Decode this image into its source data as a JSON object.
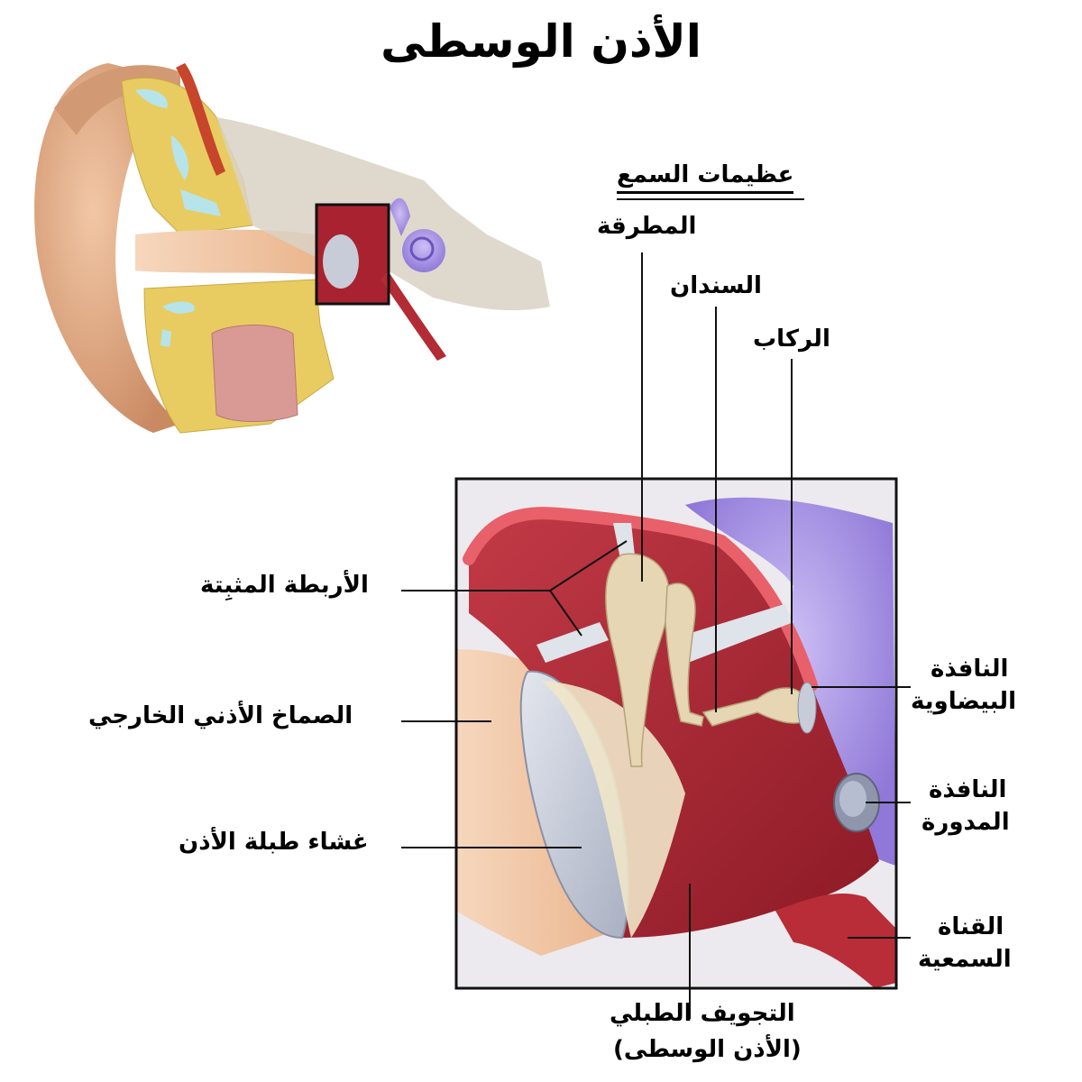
{
  "title": "الأذن الوسطى",
  "labels": {
    "ossicles_heading": "عظيمات السمع",
    "malleus": "المطرقة",
    "incus": "السندان",
    "stapes": "الركاب",
    "suspensory_ligaments": "الأربطة المثبِتة",
    "external_auditory_canal": "الصماخ الأذني الخارجي",
    "tympanic_membrane": "غشاء طبلة الأذن",
    "oval_window_line1": "النافذة",
    "oval_window_line2": "البيضاوية",
    "round_window_line1": "النافذة",
    "round_window_line2": "المدورة",
    "eustachian_tube_line1": "القناة",
    "eustachian_tube_line2": "السمعية",
    "tympanic_cavity_line1": "التجويف الطبلي",
    "tympanic_cavity_line2": "(الأذن الوسطى)"
  },
  "colors": {
    "cavity_red": "#a8232f",
    "cavity_rim": "#d9454f",
    "cochlea_purple": "#9b86e0",
    "bone_yellow": "#e8c95a",
    "skin": "#e8b08a",
    "ossicle_bone": "#e6d6b3",
    "membrane_grey": "#c7ccd8"
  }
}
